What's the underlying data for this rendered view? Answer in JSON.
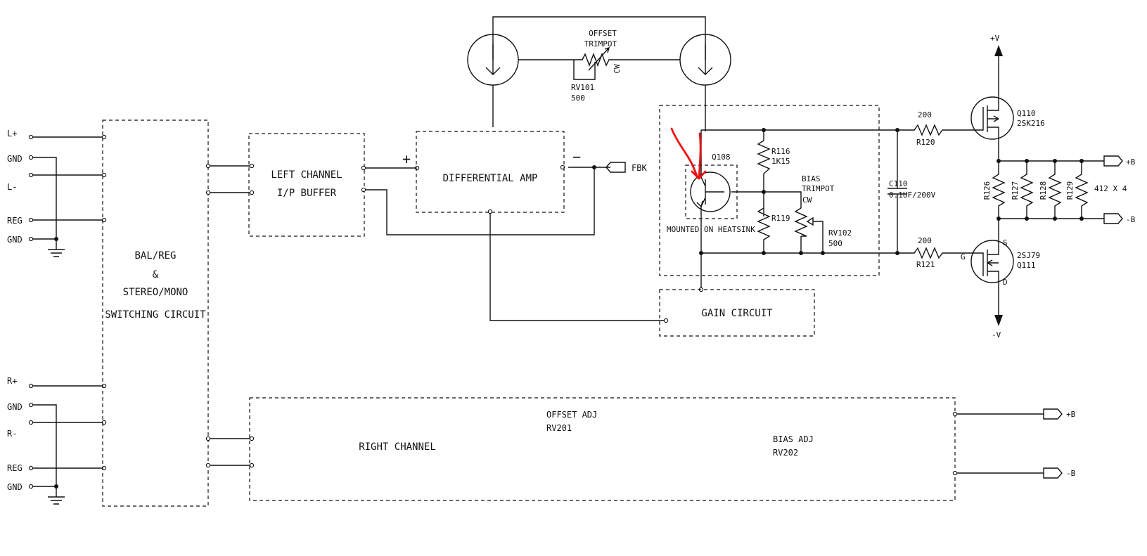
{
  "colors": {
    "ink": "#111111",
    "annotation": "#e11111",
    "background": "#ffffff"
  },
  "inputs": {
    "l_plus": "L+",
    "gnd1": "GND",
    "l_minus": "L-",
    "reg1": "REG",
    "gnd2": "GND",
    "r_plus": "R+",
    "gnd3": "GND",
    "r_minus": "R-",
    "reg2": "REG",
    "gnd4": "GND"
  },
  "blocks": {
    "bal_reg": {
      "line1": "BAL/REG",
      "line2": "&",
      "line3": "STEREO/MONO",
      "line4": "SWITCHING CIRCUIT"
    },
    "left_buffer": {
      "line1": "LEFT CHANNEL",
      "line2": "I/P BUFFER"
    },
    "diff_amp": {
      "label": "DIFFERENTIAL AMP",
      "plus": "+",
      "minus": "−"
    },
    "gain": {
      "label": "GAIN CIRCUIT"
    },
    "right_channel": {
      "label": "RIGHT CHANNEL",
      "offset_adj": "OFFSET ADJ",
      "offset_ref": "RV201",
      "bias_adj": "BIAS ADJ",
      "bias_ref": "RV202"
    }
  },
  "components": {
    "fbk": "FBK",
    "offset_trimpot": {
      "line1": "OFFSET",
      "line2": "TRIMPOT",
      "cw": "CW",
      "ref": "RV101",
      "value": "500"
    },
    "q108": "Q108",
    "heatsink": "MOUNTED ON HEATSINK",
    "r116": {
      "ref": "R116",
      "value": "1K15"
    },
    "r119": "R119",
    "bias_trimpot": {
      "line1": "BIAS",
      "line2": "TRIMPOT",
      "cw": "CW",
      "ref": "RV102",
      "value": "500"
    },
    "c110": {
      "ref": "C110",
      "value": "0.1UF/200V"
    },
    "r120": {
      "value": "200",
      "ref": "R120"
    },
    "r121": {
      "value": "200",
      "ref": "R121"
    },
    "q110": {
      "ref": "Q110",
      "part": "2SK216"
    },
    "q111": {
      "part": "2SJ79",
      "ref": "Q111",
      "g": "G",
      "s": "S",
      "d": "D"
    },
    "load": {
      "r126": "R126",
      "r127": "R127",
      "r128": "R128",
      "r129": "R129",
      "note": "412 X 4"
    },
    "rails": {
      "pos_v": "+V",
      "neg_v": "-V",
      "pos_b": "+B",
      "neg_b": "-B",
      "pos_b2": "+B",
      "neg_b2": "-B"
    }
  }
}
